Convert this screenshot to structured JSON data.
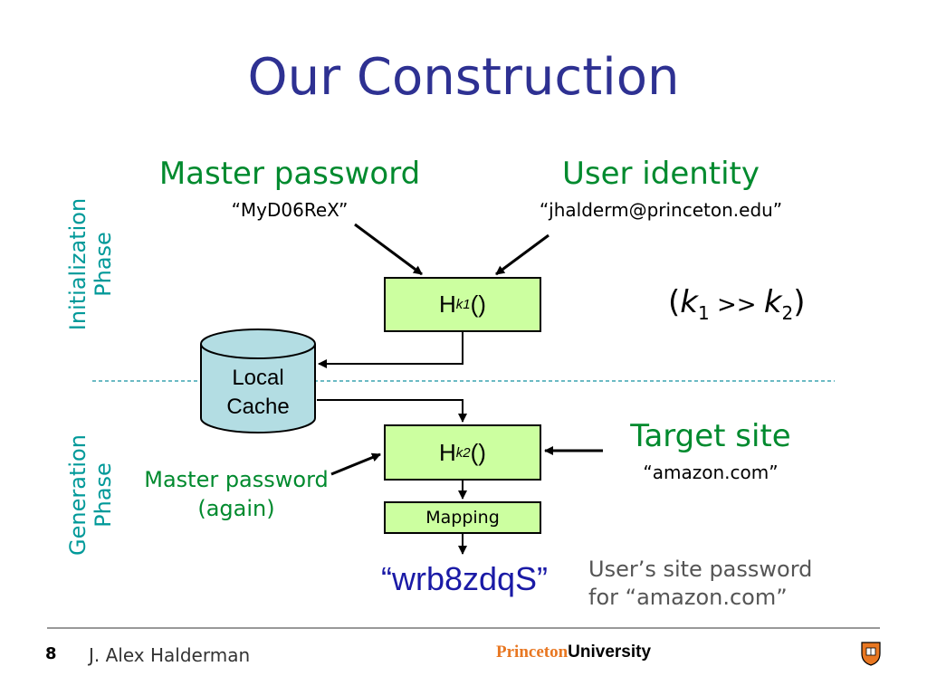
{
  "slide": {
    "title": "Our Construction",
    "slide_number": "8",
    "author": "J. Alex Halderman",
    "logo": {
      "part1": "Princeton",
      "part2": "University"
    }
  },
  "phases": {
    "init": [
      "Initialization",
      "Phase"
    ],
    "gen": [
      "Generation",
      "Phase"
    ]
  },
  "inputs": {
    "master_password": {
      "label": "Master password",
      "value": "“MyD06ReX”"
    },
    "user_identity": {
      "label": "User identity",
      "value": "“jhalderm@princeton.edu”"
    },
    "target_site": {
      "label": "Target site",
      "value": "“amazon.com”"
    },
    "master_again": {
      "label": "Master password",
      "label2": "(again)"
    }
  },
  "boxes": {
    "hk1": {
      "base": "H",
      "sup": "k1",
      "suffix": "()"
    },
    "hk2": {
      "base": "H",
      "sup": "k2",
      "suffix": "()"
    },
    "mapping": "Mapping",
    "cache": [
      "Local",
      "Cache"
    ]
  },
  "ratio": {
    "open": "(",
    "k1": "k",
    "sub1": "1",
    "op": " >> ",
    "k2": "k",
    "sub2": "2",
    "close": ")"
  },
  "output": {
    "password": "“wrb8zdqS”",
    "note_line1": "User’s site password",
    "note_line2": "for “amazon.com”"
  },
  "colors": {
    "title": "#2e3192",
    "green": "#008a2e",
    "teal": "#009999",
    "box_fill": "#ccffa0",
    "cylinder": "#b3dde3"
  }
}
